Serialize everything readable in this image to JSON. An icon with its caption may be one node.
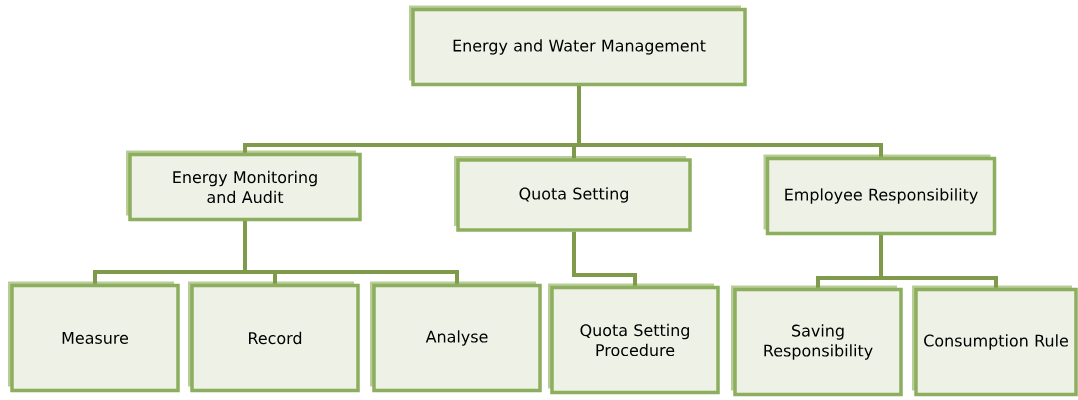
{
  "diagram": {
    "nodes": [
      {
        "text": [
          "Energy and Water Management"
        ]
      },
      {
        "text": [
          "Energy Monitoring and Audit"
        ]
      },
      {
        "text": [
          "Quota Setting"
        ]
      },
      {
        "text": [
          "Employee Responsibility"
        ]
      },
      {
        "text": [
          "Measure"
        ]
      },
      {
        "text": [
          "Record"
        ]
      },
      {
        "text": [
          "Analyse"
        ]
      },
      {
        "text": [
          "Quota Setting Procedure"
        ]
      },
      {
        "text": [
          "Saving Responsibility"
        ]
      },
      {
        "text": [
          "Consumption Rule"
        ]
      }
    ],
    "edges": [
      {
        "from": 0,
        "to": 1,
        "arrow": "none"
      },
      {
        "from": 0,
        "to": 2,
        "arrow": "none"
      },
      {
        "from": 0,
        "to": 3,
        "arrow": "none"
      },
      {
        "from": 1,
        "to": 4,
        "arrow": "none"
      },
      {
        "from": 1,
        "to": 5,
        "arrow": "none"
      },
      {
        "from": 1,
        "to": 6,
        "arrow": "none"
      },
      {
        "from": 2,
        "to": 7,
        "arrow": "none"
      },
      {
        "from": 3,
        "to": 8,
        "arrow": "none"
      },
      {
        "from": 3,
        "to": 9,
        "arrow": "none"
      }
    ]
  }
}
